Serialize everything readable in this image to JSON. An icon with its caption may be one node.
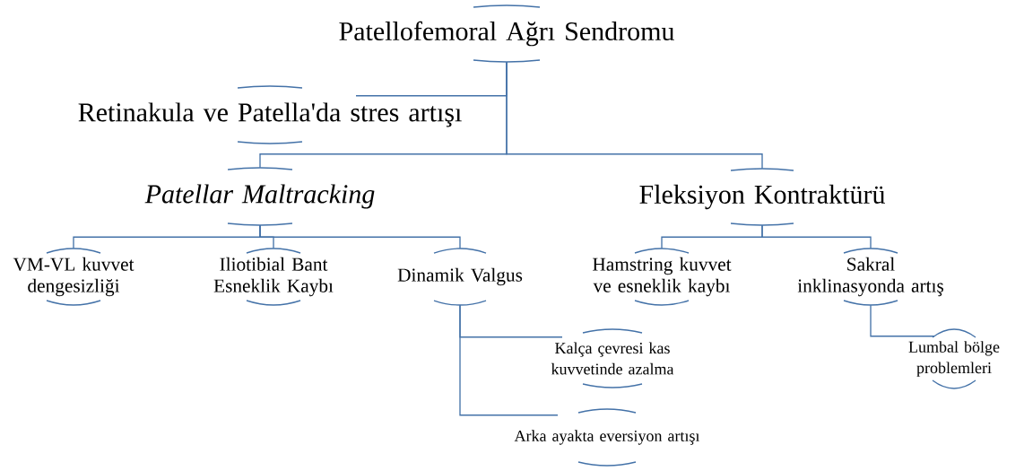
{
  "diagram": {
    "nodes": [
      {
        "text": [
          "Patellofemoral Ağrı Sendromu"
        ]
      },
      {
        "text": [
          "Retinakula ve Patella'da stres artışı"
        ]
      },
      {
        "text": [
          "Patellar Maltracking"
        ]
      },
      {
        "text": [
          "Fleksiyon Kontraktürü"
        ]
      },
      {
        "text": [
          "VM-VL kuvvet dengesizliği"
        ]
      },
      {
        "text": [
          "Iliotibial Bant Esneklik Kaybı"
        ]
      },
      {
        "text": [
          "Dinamik Valgus"
        ]
      },
      {
        "text": [
          "Kalça çevresi kas kuvvetinde azalma"
        ]
      },
      {
        "text": [
          "Arka ayakta eversiyon artışı"
        ]
      },
      {
        "text": [
          "Hamstring kuvvet ve esneklik kaybı"
        ]
      },
      {
        "text": [
          "Sakral inklinasyonda artış"
        ]
      },
      {
        "text": [
          "Lumbal bölge problemleri"
        ]
      }
    ],
    "edges": [
      {
        "from": 0,
        "to": 1,
        "arrow": "none"
      },
      {
        "from": 0,
        "to": 2,
        "arrow": "none"
      },
      {
        "from": 0,
        "to": 3,
        "arrow": "none"
      },
      {
        "from": 2,
        "to": 4,
        "arrow": "none"
      },
      {
        "from": 2,
        "to": 5,
        "arrow": "none"
      },
      {
        "from": 2,
        "to": 6,
        "arrow": "none"
      },
      {
        "from": 6,
        "to": 7,
        "arrow": "none"
      },
      {
        "from": 6,
        "to": 8,
        "arrow": "none"
      },
      {
        "from": 3,
        "to": 9,
        "arrow": "none"
      },
      {
        "from": 3,
        "to": 10,
        "arrow": "none"
      },
      {
        "from": 10,
        "to": 11,
        "arrow": "none"
      }
    ]
  }
}
